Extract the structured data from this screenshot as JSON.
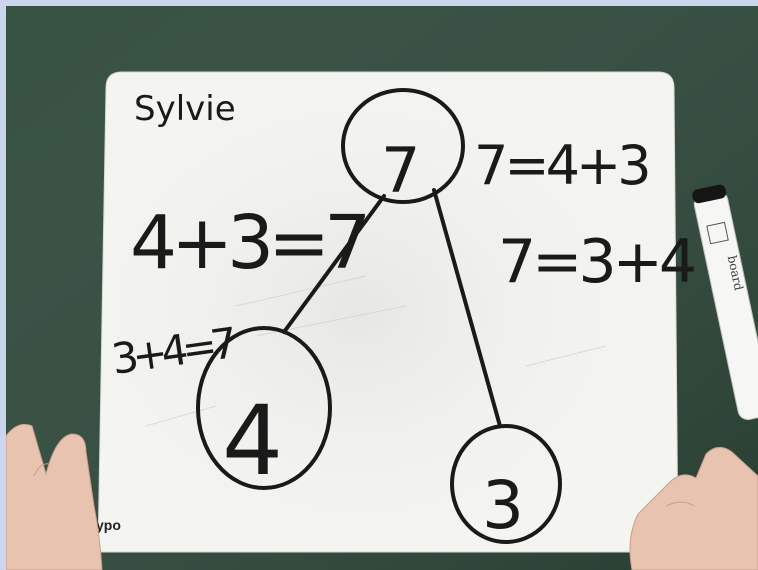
{
  "board": {
    "name": "Sylvie",
    "equation_top": "4+3=7",
    "equation_side": "3+4=7",
    "fact_1": "7=4+3",
    "fact_2": "7=3+4",
    "brand": "ypo"
  },
  "number_bond": {
    "whole": "7",
    "part_left": "4",
    "part_right": "3"
  },
  "marker": {
    "label": "board"
  },
  "colors": {
    "mat": "#2f4a3b",
    "board": "#f4f4f1",
    "ink": "#1a1a1a",
    "frame_edge": "#c9d6ee"
  }
}
